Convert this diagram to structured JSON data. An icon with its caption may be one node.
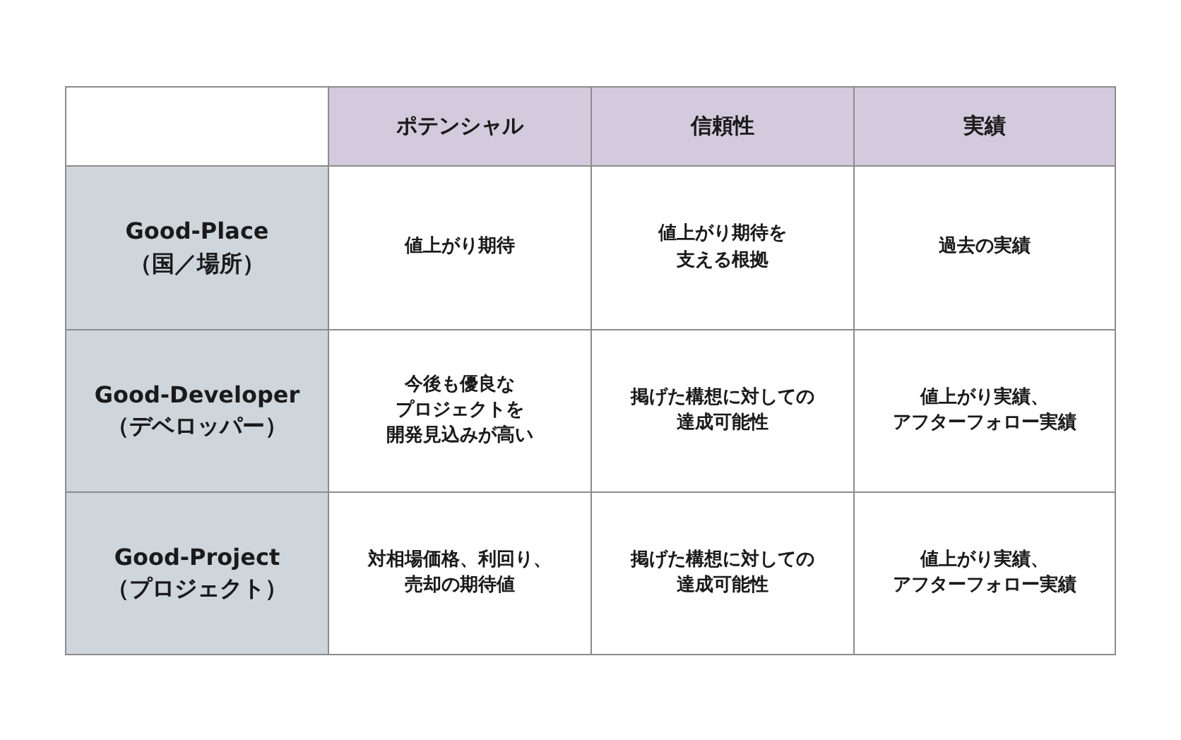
{
  "diagram": {
    "labels": [
      "ポテンシャル",
      "信頼性",
      "実績",
      "Good-Place （国／場所）",
      "値上がり期待",
      "値上がり期待を支える根拠",
      "過去の実績",
      "Good-Developer （デベロッパー）",
      "今後も優良なプロジェクトを開発見込みが高い",
      "掲げた構想に対しての達成可能性",
      "値上がり実績、アフターフォロー実績",
      "Good-Project （プロジェクト）",
      "対相場価格、利回り、売却の期待値",
      "掲げた構想に対しての達成可能性",
      "値上がり実績、アフターフォロー実績"
    ]
  }
}
